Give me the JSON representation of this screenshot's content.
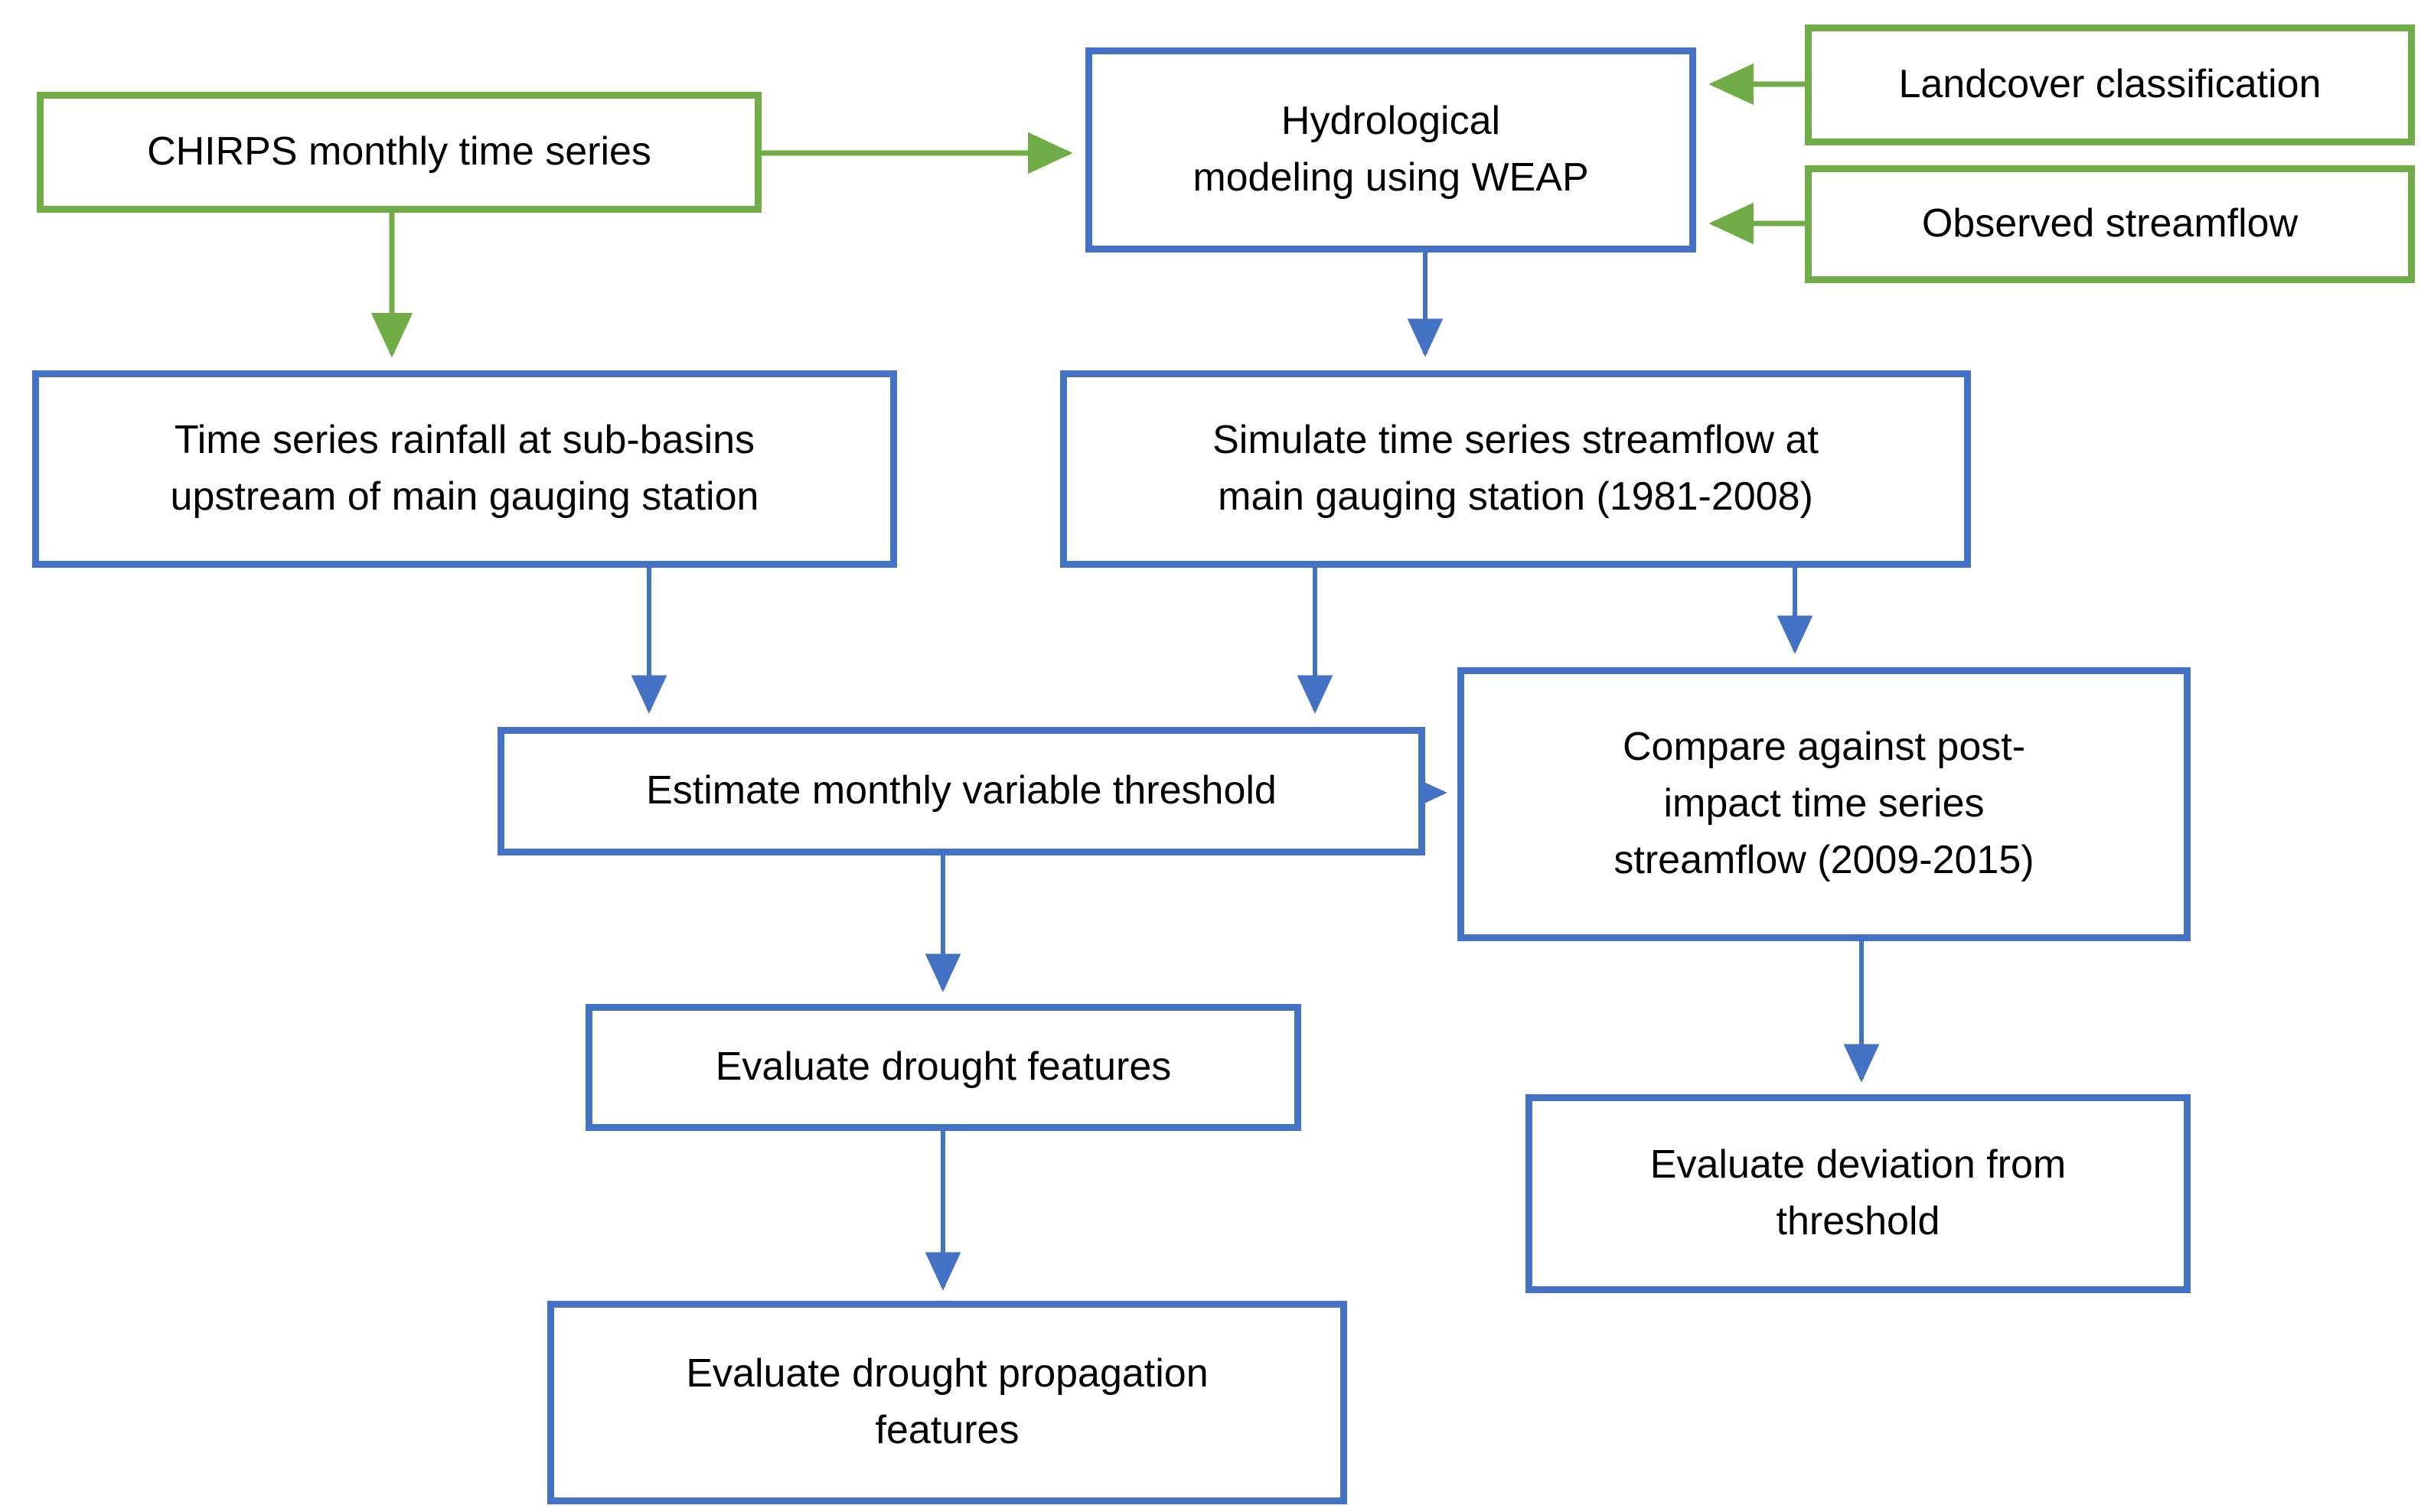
{
  "diagram": {
    "title": "Hydrological drought propagation methodology flowchart",
    "colors": {
      "green_border": "#70AD47",
      "blue_border": "#4472C4",
      "background": "#FFFFFF",
      "text": "#000000"
    },
    "nodes": [
      {
        "id": "chirps",
        "label": "CHIRPS monthly time series",
        "style": "green"
      },
      {
        "id": "weap",
        "label": "Hydrological\nmodeling using WEAP",
        "style": "blue"
      },
      {
        "id": "landcover",
        "label": "Landcover classification",
        "style": "green"
      },
      {
        "id": "observed",
        "label": "Observed streamflow",
        "style": "green"
      },
      {
        "id": "rainfall",
        "label": "Time series rainfall at sub-basins\nupstream of main gauging station",
        "style": "blue"
      },
      {
        "id": "simulate",
        "label": "Simulate time series streamflow at\nmain gauging station (1981-2008)",
        "style": "blue"
      },
      {
        "id": "threshold",
        "label": "Estimate monthly variable threshold",
        "style": "blue"
      },
      {
        "id": "compare",
        "label": "Compare against post-\nimpact time series\nstreamflow (2009-2015)",
        "style": "blue"
      },
      {
        "id": "drought-features",
        "label": "Evaluate drought features",
        "style": "blue"
      },
      {
        "id": "deviation",
        "label": "Evaluate deviation from\nthreshold",
        "style": "blue"
      },
      {
        "id": "propagation",
        "label": "Evaluate drought propagation\nfeatures",
        "style": "blue"
      }
    ],
    "edges": [
      {
        "from": "chirps",
        "to": "weap",
        "color": "#70AD47"
      },
      {
        "from": "chirps",
        "to": "rainfall",
        "color": "#70AD47"
      },
      {
        "from": "landcover",
        "to": "weap",
        "color": "#70AD47"
      },
      {
        "from": "observed",
        "to": "weap",
        "color": "#70AD47"
      },
      {
        "from": "weap",
        "to": "simulate",
        "color": "#4472C4"
      },
      {
        "from": "rainfall",
        "to": "threshold",
        "color": "#4472C4"
      },
      {
        "from": "simulate",
        "to": "threshold",
        "color": "#4472C4"
      },
      {
        "from": "simulate",
        "to": "compare",
        "color": "#4472C4"
      },
      {
        "from": "threshold",
        "to": "compare",
        "color": "#4472C4"
      },
      {
        "from": "threshold",
        "to": "drought-features",
        "color": "#4472C4"
      },
      {
        "from": "compare",
        "to": "deviation",
        "color": "#4472C4"
      },
      {
        "from": "drought-features",
        "to": "propagation",
        "color": "#4472C4"
      }
    ]
  }
}
